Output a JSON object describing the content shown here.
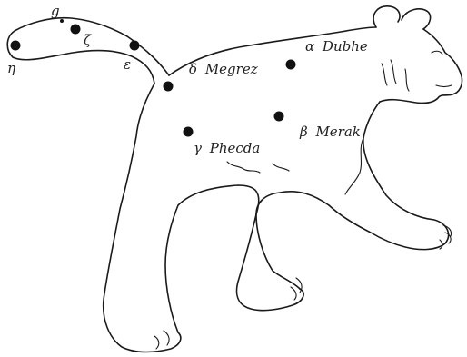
{
  "stars": [
    {
      "greek": "α",
      "name": "Dubhe"
    },
    {
      "greek": "β",
      "name": "Merak"
    },
    {
      "greek": "γ",
      "name": "Phecda"
    },
    {
      "greek": "δ",
      "name": "Megrez"
    },
    {
      "greek": "ε",
      "name": ""
    },
    {
      "greek": "ζ",
      "name": ""
    },
    {
      "greek": "η",
      "name": ""
    },
    {
      "greek": "g",
      "name": ""
    }
  ],
  "colors": {
    "ink": "#1a1a1a",
    "star": "#111111",
    "background": "#ffffff"
  }
}
